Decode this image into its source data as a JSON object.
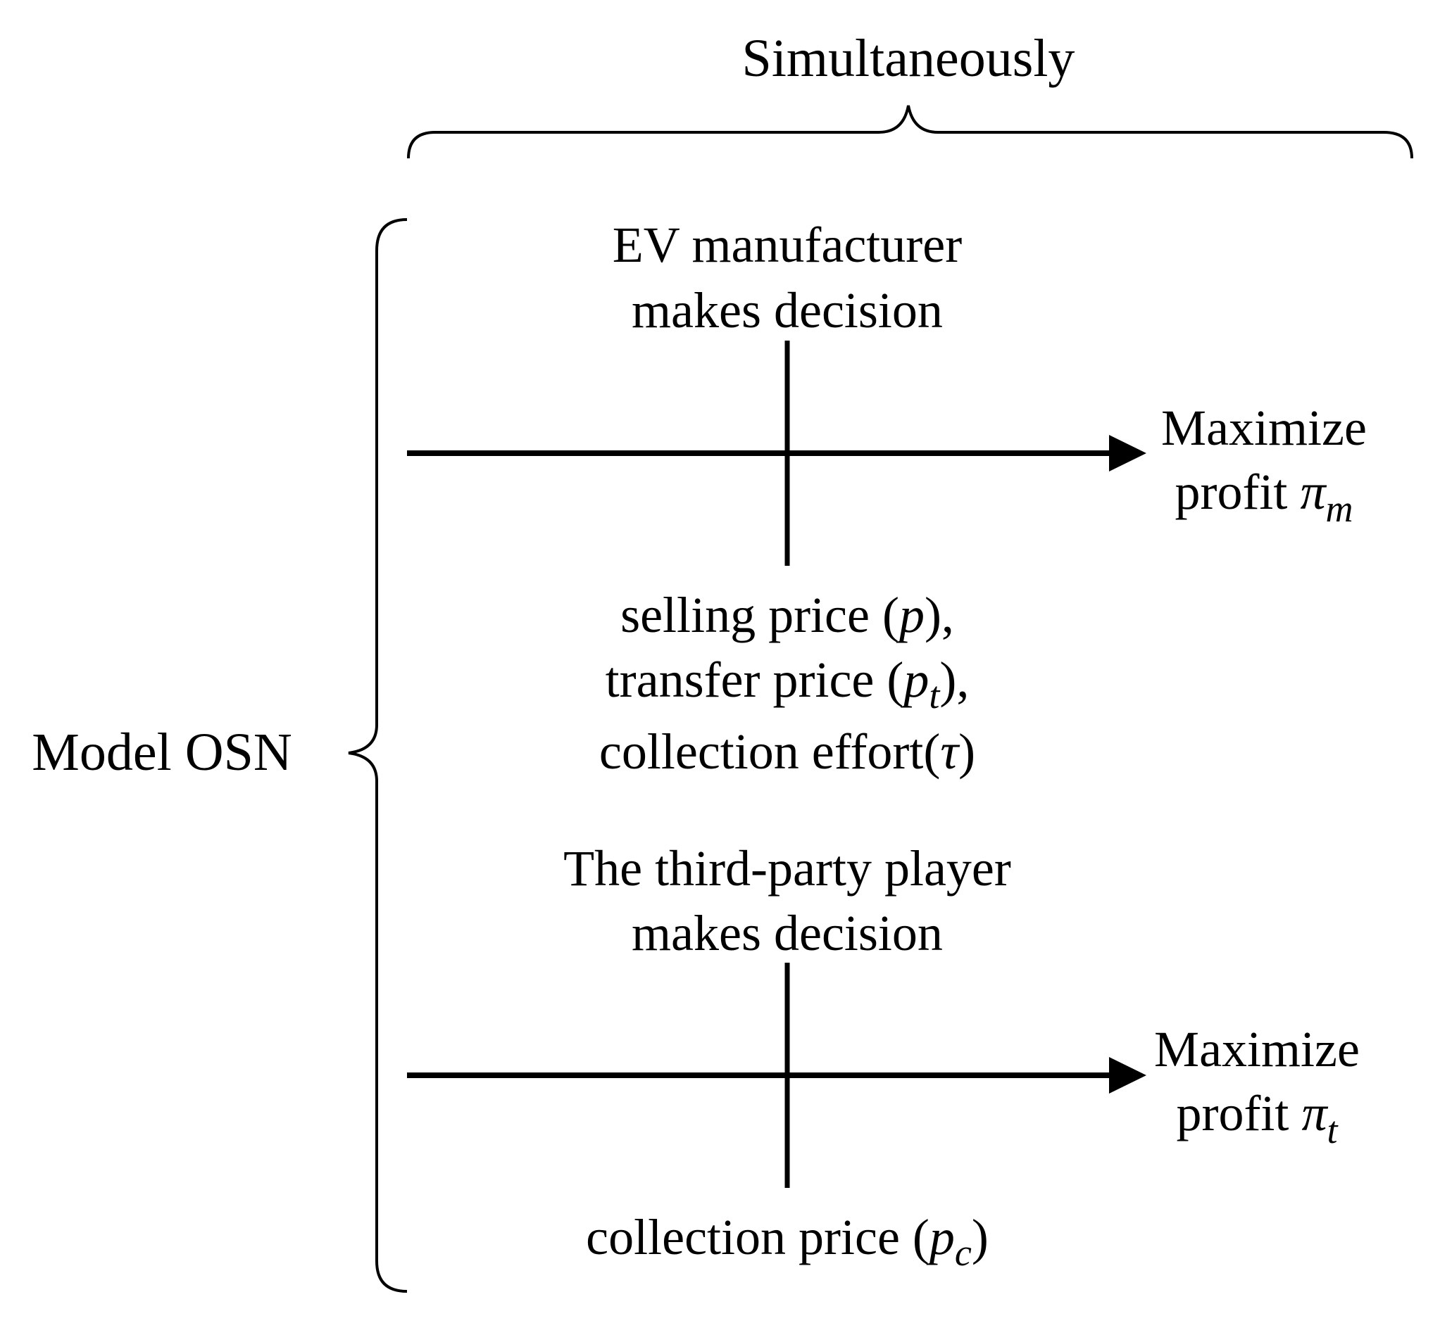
{
  "header": {
    "simultaneously_label": "Simultaneously"
  },
  "model": {
    "label": "Model OSN"
  },
  "manufacturer": {
    "title_line1": "EV manufacturer",
    "title_line2": "makes decision",
    "objective_line1": "Maximize",
    "objective_line2_prefix": "profit ",
    "objective_symbol": "π",
    "objective_subscript": "m",
    "decisions": {
      "selling_price_prefix": "selling price (",
      "selling_price_symbol": "p",
      "selling_price_suffix": "),",
      "transfer_price_prefix": "transfer price (",
      "transfer_price_symbol": "p",
      "transfer_price_subscript": "t",
      "transfer_price_suffix": "),",
      "collection_effort_prefix": "collection effort(",
      "collection_effort_symbol": "τ",
      "collection_effort_suffix": ")"
    }
  },
  "third_party": {
    "title_line1": "The third-party player",
    "title_line2": "makes decision",
    "objective_line1": "Maximize",
    "objective_line2_prefix": "profit ",
    "objective_symbol": "π",
    "objective_subscript": "t",
    "decisions": {
      "collection_price_prefix": "collection price (",
      "collection_price_symbol": "p",
      "collection_price_subscript": "c",
      "collection_price_suffix": ")"
    }
  },
  "colors": {
    "ink": "#000000",
    "background": "#ffffff"
  }
}
